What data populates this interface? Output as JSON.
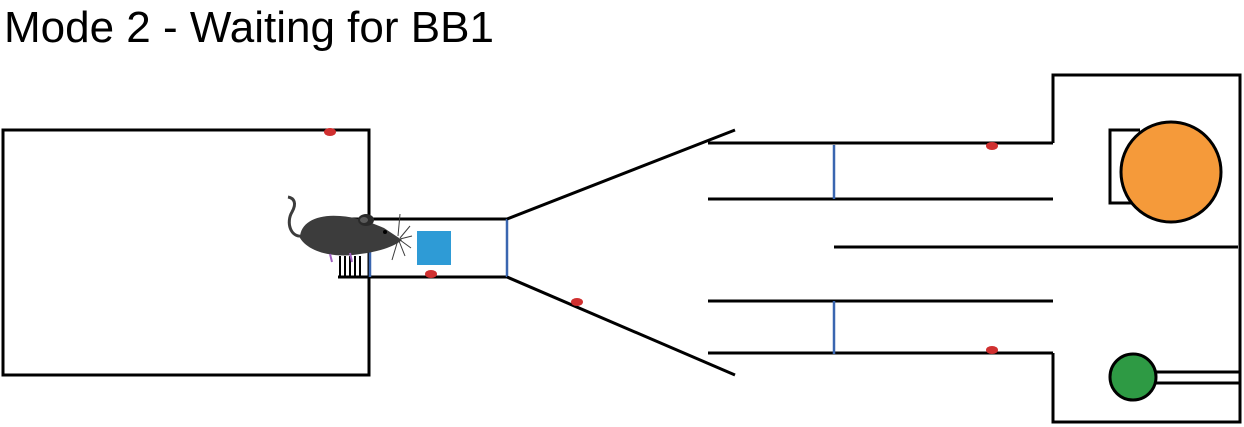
{
  "title": "Mode 2 - Waiting for BB1",
  "colors": {
    "walls": "#000000",
    "beam_breaks": "#3a66b0",
    "sensor_dots": "#d03030",
    "blue_block": "#2e9bd6",
    "orange_reward": "#f59a3a",
    "green_port": "#2e9a44",
    "mouse": "#3c3c3c"
  },
  "icons": {
    "animal": "mouse-icon",
    "object": "square-block",
    "reward": "circle-orange",
    "port": "circle-green"
  }
}
